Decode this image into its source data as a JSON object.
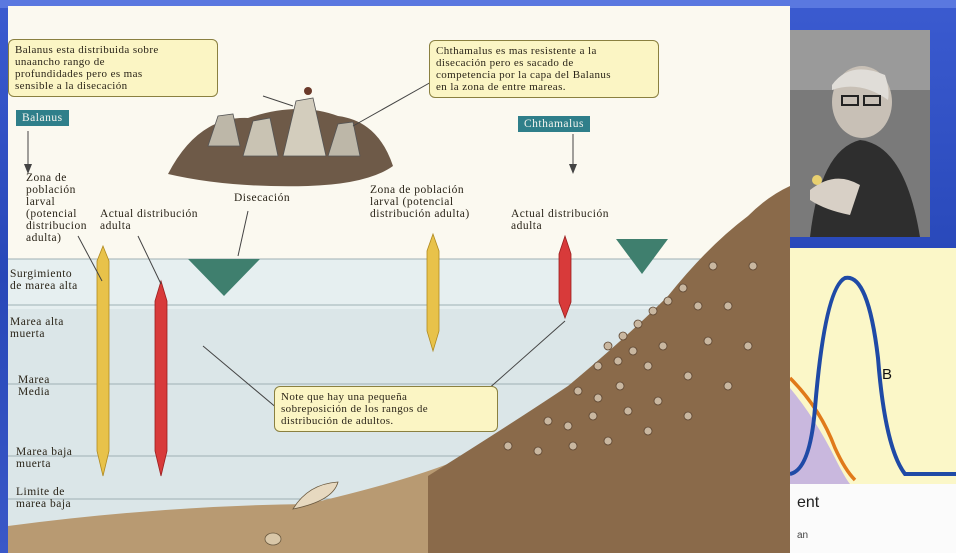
{
  "callouts": {
    "balanus": "Balanus esta distribuida sobre\nunaancho rango de\nprofundidades pero es mas\nsensible a la disecación",
    "chthamalus": "Chthamalus es mas resistente a la\ndisecación pero es sacado de\ncompetencia por la capa del Balanus\nen la zona de entre mareas.",
    "overlap": "Note que hay una pequeña\nsobreposición de los rangos de\ndistribución de adultos."
  },
  "tags": {
    "balanus": "Balanus",
    "chthamalus": "Chthamalus"
  },
  "labels": {
    "larval_left": "Zona de\npoblación\nlarval\n(potencial\ndistribucion\nadulta)",
    "adult_left": "Actual distribución\nadulta",
    "disecacion": "Disecación",
    "larval_right": "Zona de población\nlarval (potencial\ndistribución adulta)",
    "adult_right": "Actual distribución\nadulta"
  },
  "tide_levels": [
    "Surgimiento\nde marea alta",
    "Marea alta\nmuerta",
    "Marea\nMedia",
    "Marea baja\nmuerta",
    "Limite de\nmarea baja"
  ],
  "graph": {
    "curve_label": "B"
  },
  "bottom": {
    "line1": "ent",
    "line2": "an"
  },
  "colors": {
    "balanus_bar": "#e8c24a",
    "chthamalus_bar": "#d83a3a",
    "wedge": "#3f7f6e",
    "rock": "#8a6a4a"
  }
}
